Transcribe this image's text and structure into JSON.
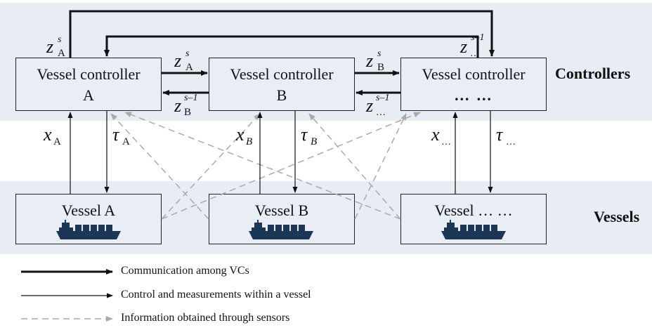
{
  "groups": {
    "controllers": "Controllers",
    "vessels": "Vessels"
  },
  "controllers": [
    {
      "line1": "Vessel controller",
      "line2": "A"
    },
    {
      "line1": "Vessel controller",
      "line2": "B"
    },
    {
      "line1": "Vessel controller",
      "line2": "… …"
    }
  ],
  "vessels": [
    {
      "label": "Vessel A"
    },
    {
      "label": "Vessel B"
    },
    {
      "label": "Vessel … …"
    }
  ],
  "signals": {
    "z": "z",
    "x": "x",
    "tau": "τ",
    "sup_s": "s",
    "sup_s_minus_1": "s–1",
    "sub_A": "A",
    "sub_B": "B",
    "sub_dots": "…"
  },
  "legend": [
    {
      "text": "Communication among VCs",
      "style": "thick-solid"
    },
    {
      "text": "Control and measurements within a vessel",
      "style": "thin-solid"
    },
    {
      "text": "Information obtained through sensors",
      "style": "dashed"
    }
  ],
  "colors": {
    "band": "#e7ecf5",
    "box_fill": "#e9eef6",
    "ship": "#1c3655",
    "dashed": "#aaaaaa"
  }
}
